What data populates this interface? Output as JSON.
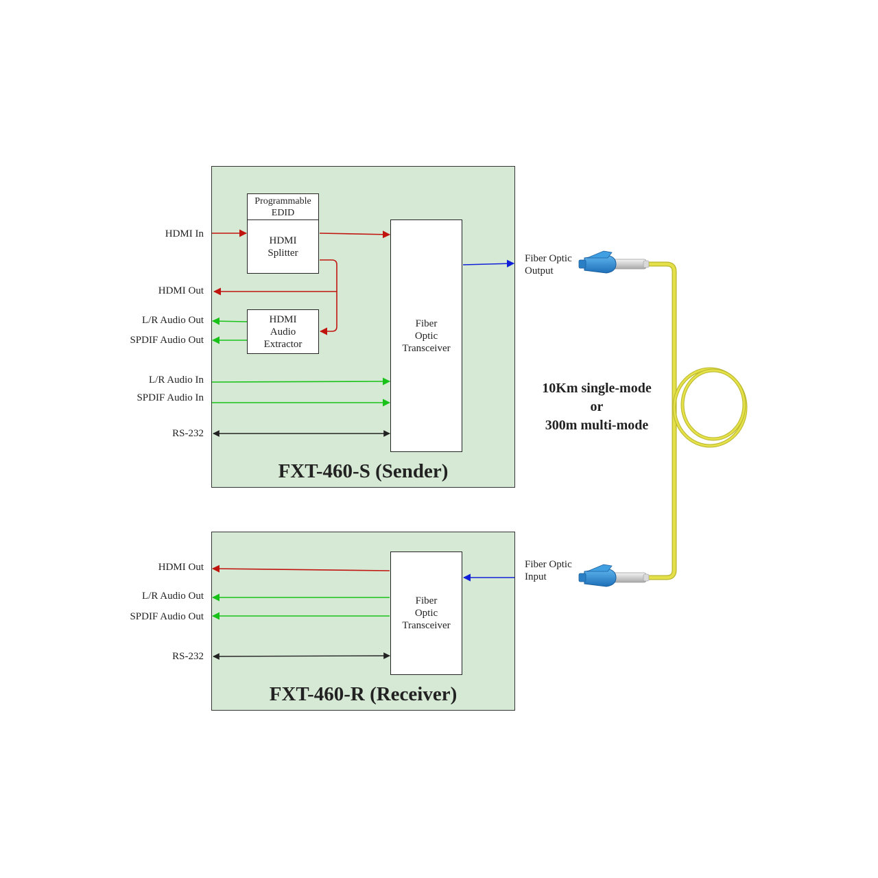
{
  "sender": {
    "title": "FXT-460-S (Sender)",
    "edid_label": "Programmable\nEDID",
    "splitter_label": "HDMI\nSplitter",
    "extractor_label": "HDMI\nAudio\nExtractor",
    "transceiver_label": "Fiber\nOptic\nTransceiver",
    "inputs": {
      "hdmi_in": "HDMI In",
      "hdmi_out": "HDMI Out",
      "lr_audio_out": "L/R Audio Out",
      "spdif_audio_out": "SPDIF Audio Out",
      "lr_audio_in": "L/R Audio In",
      "spdif_audio_in": "SPDIF Audio In",
      "rs232": "RS-232"
    },
    "fiber_label": "Fiber Optic\nOutput"
  },
  "receiver": {
    "title": "FXT-460-R (Receiver)",
    "transceiver_label": "Fiber\nOptic\nTransceiver",
    "outputs": {
      "hdmi_out": "HDMI Out",
      "lr_audio_out": "L/R Audio Out",
      "spdif_audio_out": "SPDIF Audio Out",
      "rs232": "RS-232"
    },
    "fiber_label": "Fiber Optic\nInput"
  },
  "cable_note": "10Km single-mode\nor\n300m multi-mode",
  "colors": {
    "panel": "#d6e9d4",
    "hdmi": "#c0140f",
    "audio": "#19c219",
    "rs232": "#222222",
    "fiber_signal": "#1020d8",
    "cable": "#e3e04a",
    "connector": "#2f8fd4"
  }
}
